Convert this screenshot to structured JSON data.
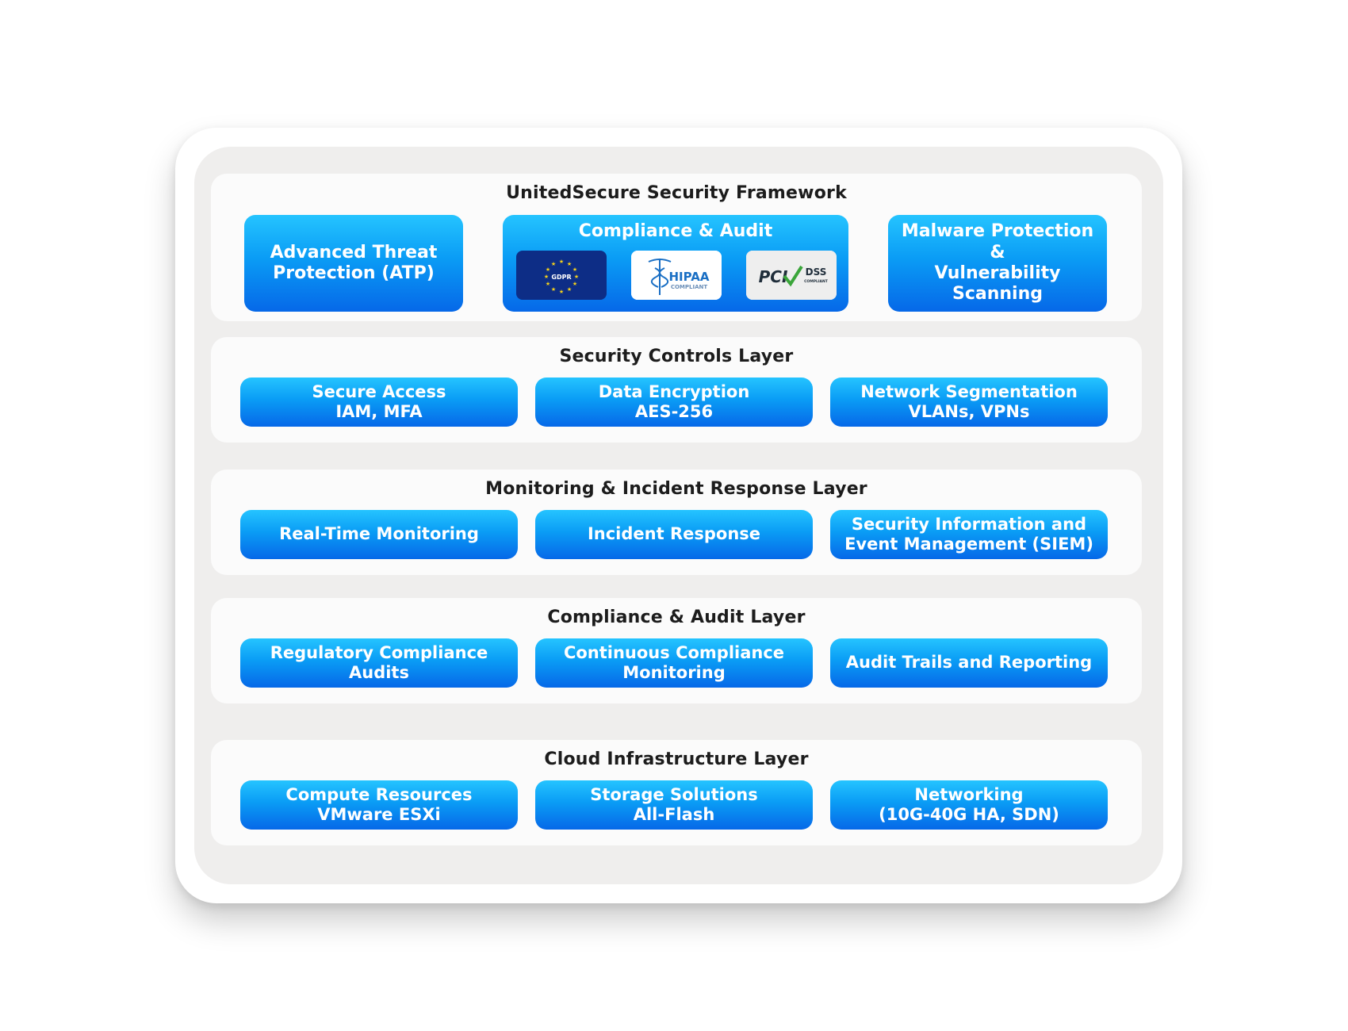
{
  "framework": {
    "title": "UnitedSecure Security Framework",
    "atp": "Advanced Threat\nProtection (ATP)",
    "compliance_title": "Compliance & Audit",
    "malware": "Malware Protection &\nVulnerability\nScanning",
    "logos": {
      "gdpr": "GDPR",
      "hipaa": "HIPAA",
      "hipaa_sub": "COMPLIANT",
      "pci": "PCI",
      "dss": "DSS",
      "dss_sub": "COMPLIANT"
    }
  },
  "layers": [
    {
      "title": "Security Controls Layer",
      "items": [
        "Secure Access\nIAM, MFA",
        "Data Encryption\nAES-256",
        "Network Segmentation\nVLANs, VPNs"
      ]
    },
    {
      "title": "Monitoring & Incident Response Layer",
      "items": [
        "Real-Time Monitoring",
        "Incident Response",
        "Security Information and\nEvent Management (SIEM)"
      ]
    },
    {
      "title": "Compliance & Audit Layer",
      "items": [
        "Regulatory Compliance\nAudits",
        "Continuous Compliance\nMonitoring",
        "Audit Trails and Reporting"
      ]
    },
    {
      "title": "Cloud Infrastructure Layer",
      "items": [
        "Compute Resources\nVMware ESXi",
        "Storage Solutions\nAll-Flash",
        "Networking\n(10G-40G HA, SDN)"
      ]
    }
  ],
  "colors": {
    "box_top": "#25c4ff",
    "box_bottom": "#0668e8",
    "gdpr_bg": "#0d2d86",
    "gdpr_star": "#f6d21a"
  }
}
